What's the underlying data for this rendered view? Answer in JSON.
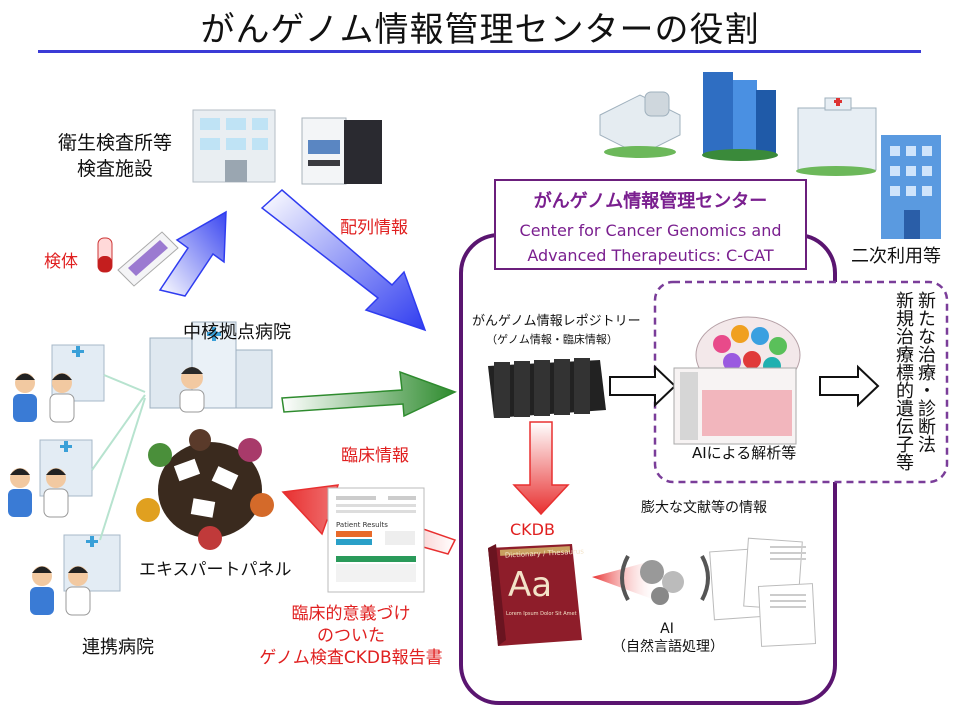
{
  "title": "がんゲノム情報管理センターの役割",
  "labels": {
    "inspection_facility_line1": "衛生検査所等",
    "inspection_facility_line2": "検査施設",
    "specimen": "検体",
    "sequence_info": "配列情報",
    "core_hospital": "中核拠点病院",
    "clinical_info": "臨床情報",
    "expert_panel": "エキスパートパネル",
    "partner_hospital": "連携病院",
    "report_line1": "臨床的意義づけ",
    "report_line2": "のついた",
    "report_line3": "ゲノム検査CKDB報告書",
    "secondary_use": "二次利用等",
    "repository_line1": "がんゲノム情報レポジトリー",
    "repository_line2": "（ゲノム情報・臨床情報）",
    "ai_analysis": "AIによる解析等",
    "new_treatment": "新たな治療・診断法",
    "new_targets": "新規治療標的遺伝子等",
    "literature": "膨大な文献等の情報",
    "ckdb": "CKDB",
    "ai": "AI",
    "nlp": "（自然言語処理）"
  },
  "center": {
    "name_jp": "がんゲノム情報管理センター",
    "name_en_line1": "Center for Cancer Genomics and",
    "name_en_line2": "Advanced Therapeutics: C-CAT"
  },
  "report_doc": {
    "heading": "Patient Results"
  },
  "dictionary": {
    "title": "Dictionary / Thesaurus",
    "letters": "Aa",
    "subtitle": "Lorem Ipsum Dolor Sit Amet"
  },
  "colors": {
    "title_rule": "#3b3bd6",
    "center_border": "#6b1f7c",
    "center_text": "#7a1f8f",
    "red_text": "#e02020",
    "blue_arrow": "#2f3cf0",
    "green_arrow": "#2e8b2e",
    "red_arrow": "#e83030",
    "dashed_box": "#7a3d99"
  }
}
